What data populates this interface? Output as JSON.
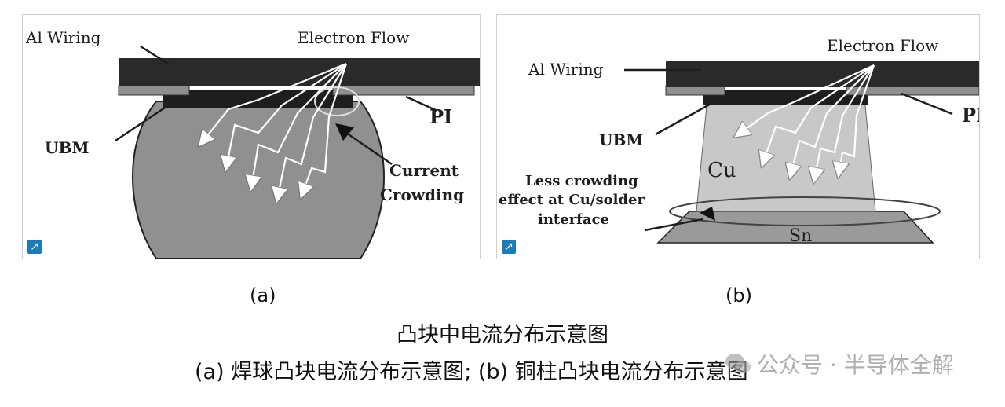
{
  "panel_a": {
    "al_wiring": "Al Wiring",
    "electron_flow": "Electron Flow",
    "pi": "PI",
    "ubm": "UBM",
    "current": "Current",
    "crowding": "Crowding"
  },
  "panel_b": {
    "electron_flow": "Electron Flow",
    "al_wiring": "Al Wiring",
    "pi": "PI",
    "ubm": "UBM",
    "cu": "Cu",
    "less_crowding_1": "Less crowding",
    "less_crowding_2": "effect at Cu/solder",
    "less_crowding_3": "interface",
    "sn": "Sn"
  },
  "subcaptions": {
    "a": "(a)",
    "b": "(b)"
  },
  "caption": {
    "title": "凸块中电流分布示意图",
    "detail": "(a) 焊球凸块电流分布示意图; (b) 铜柱凸块电流分布示意图"
  },
  "watermark": {
    "text": "公众号 · 半导体全解",
    "icon": "wechat-icon"
  },
  "colors": {
    "wiring": "#2a2a2a",
    "pi": "#8f8f8f",
    "solder_ball": "#909090",
    "cu_pillar": "#c8c8c8",
    "sn": "#9a9a9a",
    "expand_icon": "#1d7bb8"
  }
}
